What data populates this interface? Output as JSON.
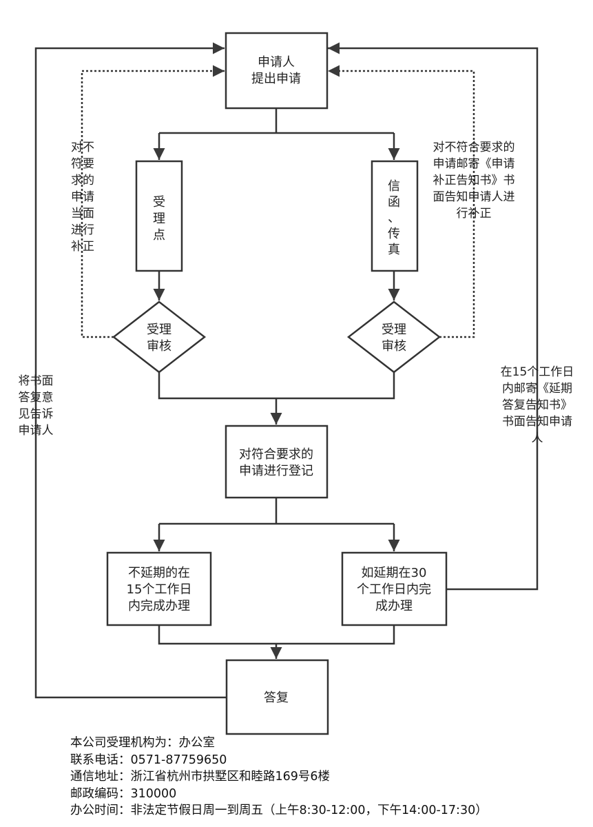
{
  "nodes": {
    "applicant": [
      "申请人",
      "提出申请"
    ],
    "reception_point": [
      "受",
      "理",
      "点"
    ],
    "fax": [
      "信",
      "函",
      "、",
      "传",
      "真"
    ],
    "review_left": [
      "受理",
      "审核"
    ],
    "review_right": [
      "受理",
      "审核"
    ],
    "register": [
      "对符合要求的",
      "申请进行登记"
    ],
    "no_extension": [
      "不延期的在",
      "15个工作日",
      "内完成办理"
    ],
    "extension": [
      "如延期在30",
      "个工作日内完",
      "成办理"
    ],
    "reply": [
      "答复"
    ]
  },
  "notes": {
    "left_correction": [
      "对不",
      "符要",
      "求的",
      "申请",
      "当面",
      "进行",
      "补正"
    ],
    "right_correction": [
      "对不符合要求的",
      "申请邮寄《申请",
      "补正告知书》书",
      "面告知申请人进",
      "行补正"
    ],
    "written_reply": [
      "将书面",
      "答复意",
      "见告诉",
      "申请人"
    ],
    "extension_notice": [
      "在15个工作日",
      "内邮寄《延期",
      "答复告知书》",
      "书面告知申请",
      "人"
    ]
  },
  "info": {
    "office": "本公司受理机构为：办公室",
    "phone": "联系电话：0571-87759650",
    "address": "通信地址：浙江省杭州市拱墅区和睦路169号6楼",
    "postcode": "邮政编码：310000",
    "hours": "办公时间：非法定节假日周一到周五（上午8:30-12:00，下午14:00-17:30）"
  }
}
